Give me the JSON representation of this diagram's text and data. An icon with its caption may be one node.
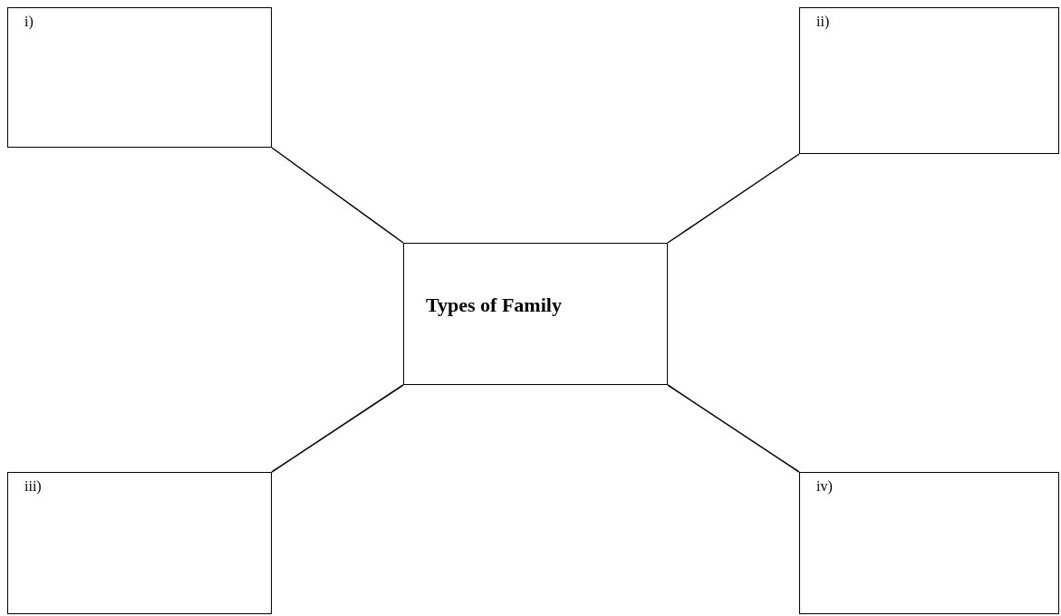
{
  "diagram": {
    "nodes": [
      {
        "text": [
          "i)"
        ]
      },
      {
        "text": [
          "ii)"
        ]
      },
      {
        "text": [
          "Types of Family"
        ]
      },
      {
        "text": [
          "iii)"
        ]
      },
      {
        "text": [
          "iv)"
        ]
      }
    ],
    "edges": [
      {
        "from": 2,
        "to": 0,
        "arrow": "none"
      },
      {
        "from": 2,
        "to": 1,
        "arrow": "none"
      },
      {
        "from": 2,
        "to": 3,
        "arrow": "none"
      },
      {
        "from": 2,
        "to": 4,
        "arrow": "none"
      }
    ]
  }
}
